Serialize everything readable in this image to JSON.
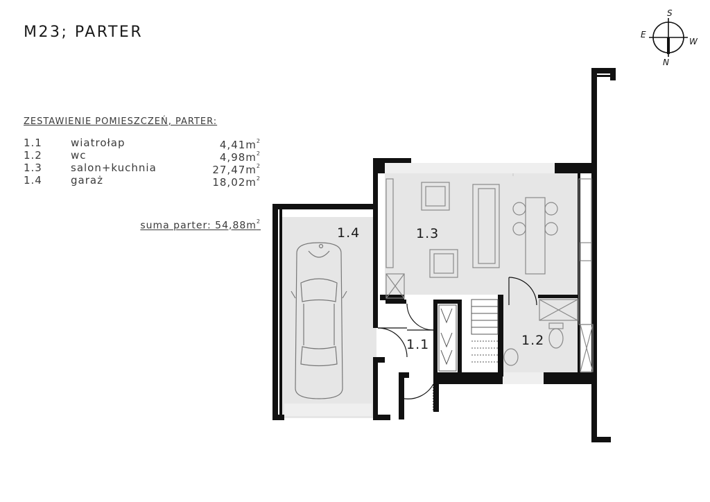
{
  "title": "M23; PARTER",
  "summary": {
    "heading": "ZESTAWIENIE POMIESZCZEŃ, PARTER:",
    "rooms": [
      {
        "number": "1.1",
        "name": "wiatrołap",
        "area": "4,41m",
        "unit_sup": "2"
      },
      {
        "number": "1.2",
        "name": "wc",
        "area": "4,98m",
        "unit_sup": "2"
      },
      {
        "number": "1.3",
        "name": "salon+kuchnia",
        "area": "27,47m",
        "unit_sup": "2"
      },
      {
        "number": "1.4",
        "name": "garaż",
        "area": "18,02m",
        "unit_sup": "2"
      }
    ],
    "total": "suma parter: 54,88m",
    "total_sup": "2"
  },
  "compass": {
    "north": "N",
    "south": "S",
    "east": "E",
    "west": "W"
  },
  "plan": {
    "labels": {
      "r11": "1.1",
      "r12": "1.2",
      "r13": "1.3",
      "r14": "1.4"
    },
    "colors": {
      "wall": "#111111",
      "floor": "#e6e6e6",
      "furniture": "#888888"
    }
  }
}
